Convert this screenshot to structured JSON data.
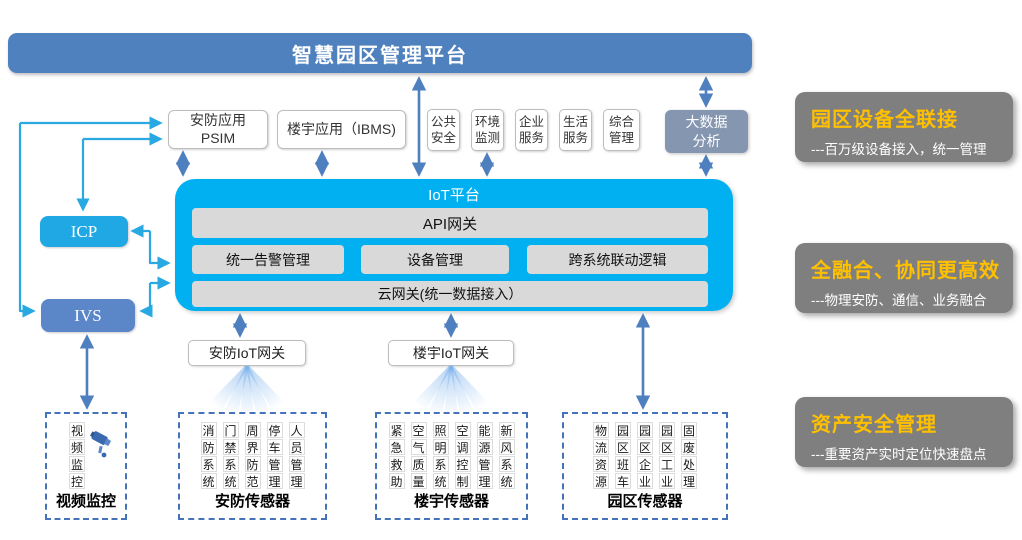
{
  "colors": {
    "banner_blue": "#4E81BD",
    "platform_cyan": "#00B0F0",
    "connector_cyan": "#29A9E1",
    "arrow_blue": "#4E7FBE",
    "module_gray": "#D9D9D9",
    "bigdata_grayblue": "#8496B0",
    "icp_cyan": "#1FA8E4",
    "ivs_blue": "#5B87C9",
    "panel_gray": "#7F7F7F",
    "benefit_orange": "#FFC000",
    "dashed_border_blue": "#4573B9"
  },
  "banner": {
    "title": "智慧园区管理平台"
  },
  "applications": {
    "psim": {
      "line1": "安防应用",
      "line2": "PSIM"
    },
    "ibms": "楼宇应用（IBMS)",
    "services": [
      {
        "line1": "公共",
        "line2": "安全"
      },
      {
        "line1": "环境",
        "line2": "监测"
      },
      {
        "line1": "企业",
        "line2": "服务"
      },
      {
        "line1": "生活",
        "line2": "服务"
      },
      {
        "line1": "综合",
        "line2": "管理"
      }
    ],
    "bigdata": {
      "line1": "大数据",
      "line2": "分析"
    }
  },
  "iot_platform": {
    "title": "IoT平台",
    "api_gateway": "API网关",
    "modules": [
      "统一告警管理",
      "设备管理",
      "跨系统联动逻辑"
    ],
    "cloud_gateway": "云网关(统一数据接入）"
  },
  "left_nodes": {
    "icp": "ICP",
    "ivs": "IVS"
  },
  "gateways": {
    "security": "安防IoT网关",
    "building": "楼宇IoT网关"
  },
  "sensor_groups": [
    {
      "label": "视频监控",
      "columns": [
        "视频监控"
      ],
      "icon": "camera"
    },
    {
      "label": "安防传感器",
      "columns": [
        "消防系统",
        "门禁系统",
        "周界防范",
        "停车管理",
        "人员管理"
      ]
    },
    {
      "label": "楼宇传感器",
      "columns": [
        "紧急救助",
        "空气质量",
        "照明系统",
        "空调控制",
        "能源管理",
        "新风系统"
      ]
    },
    {
      "label": "园区传感器",
      "columns": [
        "物流资源",
        "园区班车",
        "园区企业",
        "园区工业",
        "固废处理"
      ]
    }
  ],
  "benefits": [
    {
      "title": "园区设备全联接",
      "desc": "---百万级设备接入，统一管理"
    },
    {
      "title": "全融合、协同更高效",
      "desc": "---物理安防、通信、业务融合"
    },
    {
      "title": "资产安全管理",
      "desc": "---重要资产实时定位快速盘点"
    }
  ]
}
